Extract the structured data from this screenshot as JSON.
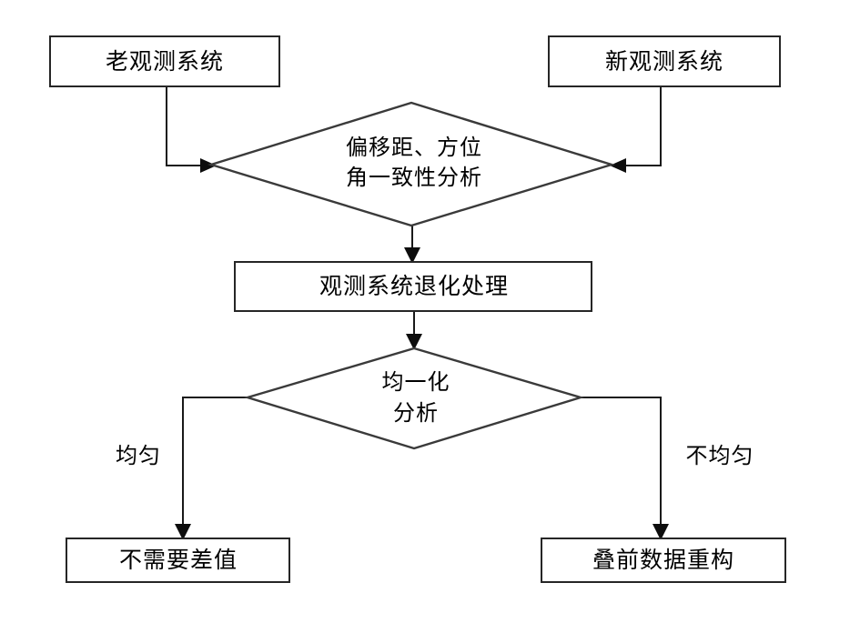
{
  "diagram": {
    "type": "flowchart",
    "orientation": "top-to-bottom",
    "nodes": {
      "old_system": {
        "label": "老观测系统",
        "shape": "rectangle"
      },
      "new_system": {
        "label": "新观测系统",
        "shape": "rectangle"
      },
      "consistency": {
        "label_line1": "偏移距、方位",
        "label_line2": "角一致性分析",
        "shape": "diamond"
      },
      "degeneration": {
        "label": "观测系统退化处理",
        "shape": "rectangle"
      },
      "homogenize": {
        "label_line1": "均一化",
        "label_line2": "分析",
        "shape": "diamond"
      },
      "no_interp": {
        "label": "不需要差值",
        "shape": "rectangle"
      },
      "prestack_rebuild": {
        "label": "叠前数据重构",
        "shape": "rectangle"
      }
    },
    "edge_labels": {
      "uniform": "均匀",
      "non_uniform": "不均匀"
    },
    "colors": {
      "background": "#ffffff",
      "node_fill": "#ffffff",
      "node_stroke": "#262626",
      "diamond_stroke": "#3a3a3a",
      "connector": "#1a1a1a",
      "text": "#000000"
    }
  }
}
